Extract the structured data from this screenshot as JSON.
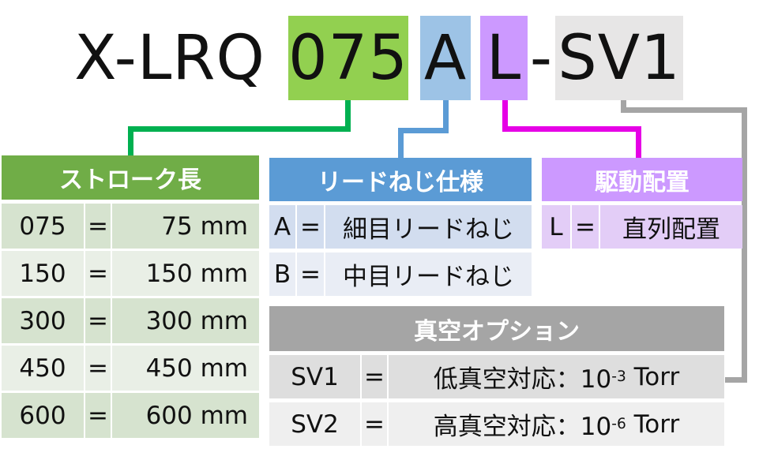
{
  "model": {
    "prefix": "X-LRQ",
    "stroke_code": "075",
    "lead_code": "A",
    "drive_code": "L",
    "dash": "-",
    "vacuum_code": "SV1"
  },
  "colors": {
    "green_header": "#70ad47",
    "blue_header": "#5b9bd5",
    "purple_header": "#cc99ff",
    "gray_header": "#a5a5a5",
    "green_code": "#92d050",
    "blue_code": "#9dc3e6",
    "purple_code": "#cc99ff",
    "gray_code": "#e7e6e6",
    "green_line": "#00b050",
    "blue_line": "#5b9bd5",
    "purple_line": "#e600e6",
    "gray_line": "#a5a5a5"
  },
  "stroke": {
    "title": "ストローク長",
    "rows": [
      {
        "code": "075",
        "eq": "=",
        "value": "75 mm"
      },
      {
        "code": "150",
        "eq": "=",
        "value": "150 mm"
      },
      {
        "code": "300",
        "eq": "=",
        "value": "300 mm"
      },
      {
        "code": "450",
        "eq": "=",
        "value": "450 mm"
      },
      {
        "code": "600",
        "eq": "=",
        "value": "600 mm"
      }
    ]
  },
  "lead": {
    "title": "リードねじ仕様",
    "rows": [
      {
        "code": "A",
        "eq": "=",
        "value": "細目リードねじ"
      },
      {
        "code": "B",
        "eq": "=",
        "value": "中目リードねじ"
      }
    ]
  },
  "drive": {
    "title": "駆動配置",
    "rows": [
      {
        "code": "L",
        "eq": "=",
        "value": "直列配置"
      }
    ]
  },
  "vacuum": {
    "title": "真空オプション",
    "rows": [
      {
        "code": "SV1",
        "eq": "=",
        "value": "低真空対応：10",
        "exp": "-3",
        "unit": " Torr"
      },
      {
        "code": "SV2",
        "eq": "=",
        "value": "高真空対応：10",
        "exp": "-6",
        "unit": " Torr"
      }
    ]
  }
}
